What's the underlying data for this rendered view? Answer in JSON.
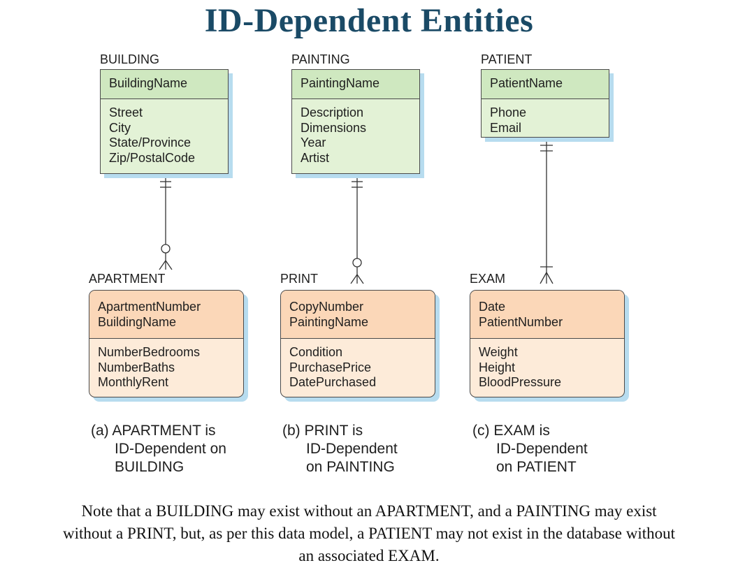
{
  "title": "ID-Dependent Entities",
  "entities": {
    "building": {
      "name": "BUILDING",
      "key": "BuildingName",
      "attributes": [
        "Street",
        "City",
        "State/Province",
        "Zip/PostalCode"
      ]
    },
    "painting": {
      "name": "PAINTING",
      "key": "PaintingName",
      "attributes": [
        "Description",
        "Dimensions",
        "Year",
        "Artist"
      ]
    },
    "patient": {
      "name": "PATIENT",
      "key": "PatientName",
      "attributes": [
        "Phone",
        "Email"
      ]
    },
    "apartment": {
      "name": "APARTMENT",
      "key": [
        "ApartmentNumber",
        "BuildingName"
      ],
      "attributes": [
        "NumberBedrooms",
        "NumberBaths",
        "MonthlyRent"
      ]
    },
    "print": {
      "name": "PRINT",
      "key": [
        "CopyNumber",
        "PaintingName"
      ],
      "attributes": [
        "Condition",
        "PurchasePrice",
        "DatePurchased"
      ]
    },
    "exam": {
      "name": "EXAM",
      "key": [
        "Date",
        "PatientNumber"
      ],
      "attributes": [
        "Weight",
        "Height",
        "BloodPressure"
      ]
    }
  },
  "relationships": [
    {
      "from": "BUILDING",
      "to": "APARTMENT",
      "parent_cardinality": "mandatory-one",
      "child_cardinality": "optional-many"
    },
    {
      "from": "PAINTING",
      "to": "PRINT",
      "parent_cardinality": "mandatory-one",
      "child_cardinality": "optional-many"
    },
    {
      "from": "PATIENT",
      "to": "EXAM",
      "parent_cardinality": "mandatory-one",
      "child_cardinality": "mandatory-many"
    }
  ],
  "captions": {
    "a": {
      "line1": "(a) APARTMENT is",
      "line2": "ID-Dependent on",
      "line3": "BUILDING"
    },
    "b": {
      "line1": "(b) PRINT is",
      "line2": "ID-Dependent",
      "line3": "on PAINTING"
    },
    "c": {
      "line1": "(c) EXAM is",
      "line2": "ID-Dependent",
      "line3": "on PATIENT"
    }
  },
  "note": {
    "line1": "Note that a BUILDING may exist without an APARTMENT, and a PAINTING may exist",
    "line2": "without a PRINT, but, as per this data model, a PATIENT may not exist in the database without",
    "line3": "an associated EXAM."
  },
  "colors": {
    "title": "#1a4a66",
    "strong_key_fill": "#cfe8c0",
    "strong_attr_fill": "#e3f2d6",
    "weak_key_fill": "#fbd7b8",
    "weak_attr_fill": "#fdebd9",
    "shadow": "#b7dcef"
  }
}
